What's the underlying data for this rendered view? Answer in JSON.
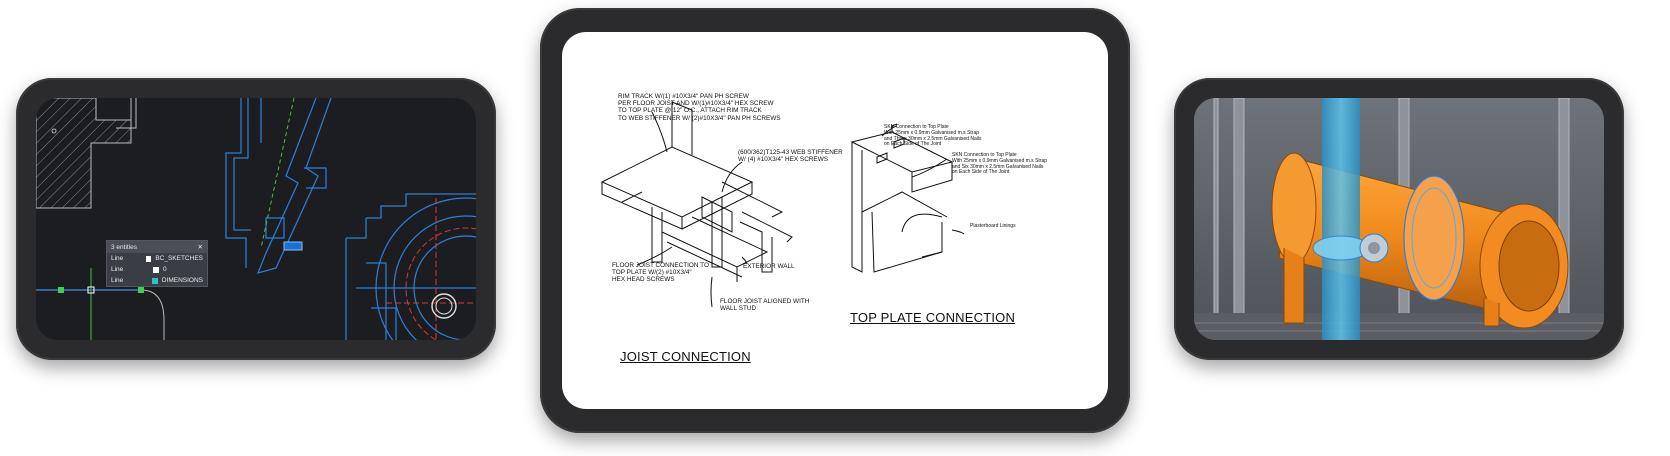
{
  "cad_panel": {
    "selection_title": "3 entities",
    "rows": [
      {
        "type": "Line",
        "layer": "BC_SKETCHES",
        "color": "#ffffff"
      },
      {
        "type": "Line",
        "layer": "0",
        "color": "#ffffff"
      },
      {
        "type": "Line",
        "layer": "DIMENSIONS",
        "color": "#2ec4c4"
      }
    ]
  },
  "drawing": {
    "note_rim_track": "RIM TRACK W/(1) #10x3/4\" PAN PH SCREW\nPER FLOOR JOIST AND W/(1)#10x3/4\" HEX SCREW\nTO TOP PLATE @ 12\" O.C., ATTACH RIM TRACK\nTO WEB STIFFENER W/ (2)#10x3/4\" PAN PH SCREWS",
    "note_web_stiffener": "(600/362)T125-43 WEB STIFFENER\nW/ (4) #10x3/4\" HEX SCREWS",
    "note_floor_joist_connection": "FLOOR JOIST CONNECTION TO\nTOP PLATE W/(2) #10x3/4\"\nHEX HEAD SCREWS",
    "note_exterior_wall": "EXTERIOR WALL",
    "note_floor_joist_aligned": "FLOOR JOIST ALIGNED WITH\nWALL STUD",
    "note_connection_1": "SKN Connection to Top Plate\nWith 25mm x 0.9mm Galvanised m.s Strap\nand Three 30mm x 2.5mm Galvanised Nails\non Each Side of The Joint",
    "note_connection_2": "SKN Connection to Top Plate\nWith 25mm x 0.9mm Galvanised m.s Strap\nand Six 30mm x 2.5mm Galvanised Nails\non Each Side of The Joint",
    "note_plasterboard": "Plasterboard Linings",
    "caption_joist": "JOIST CONNECTION",
    "caption_top_plate": "TOP PLATE CONNECTION"
  },
  "colors": {
    "cad_background": "#1c1d21",
    "cad_blue": "#2f7fd6",
    "pipe_orange": "#f08a1c",
    "pipe_blue": "#3aa7d8"
  }
}
